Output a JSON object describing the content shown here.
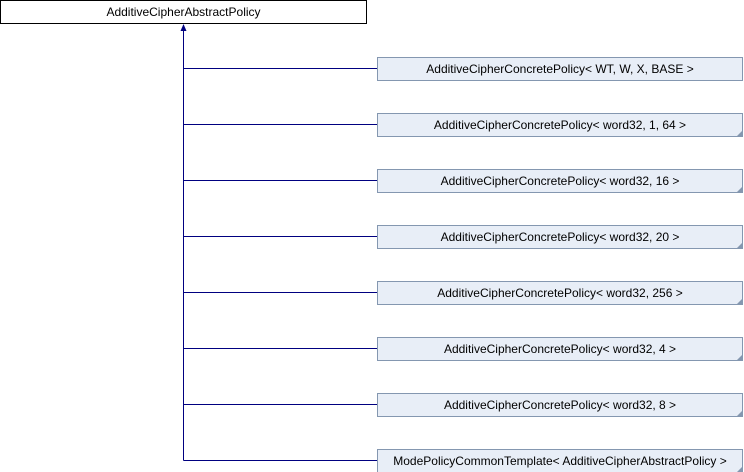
{
  "base_class": "AdditiveCipherAbstractPolicy",
  "derived_classes": [
    {
      "label": "AdditiveCipherConcretePolicy< WT, W, X, BASE >",
      "has_more": false
    },
    {
      "label": "AdditiveCipherConcretePolicy< word32, 1, 64 >",
      "has_more": true
    },
    {
      "label": "AdditiveCipherConcretePolicy< word32, 16 >",
      "has_more": true
    },
    {
      "label": "AdditiveCipherConcretePolicy< word32, 20 >",
      "has_more": true
    },
    {
      "label": "AdditiveCipherConcretePolicy< word32, 256 >",
      "has_more": true
    },
    {
      "label": "AdditiveCipherConcretePolicy< word32, 4 >",
      "has_more": true
    },
    {
      "label": "AdditiveCipherConcretePolicy< word32, 8 >",
      "has_more": true
    },
    {
      "label": "ModePolicyCommonTemplate< AdditiveCipherAbstractPolicy >",
      "has_more": true
    }
  ],
  "colors": {
    "edge": "#000080",
    "box_fill": "#e8eef7",
    "box_border": "#8497b0",
    "base_border": "#000000"
  }
}
